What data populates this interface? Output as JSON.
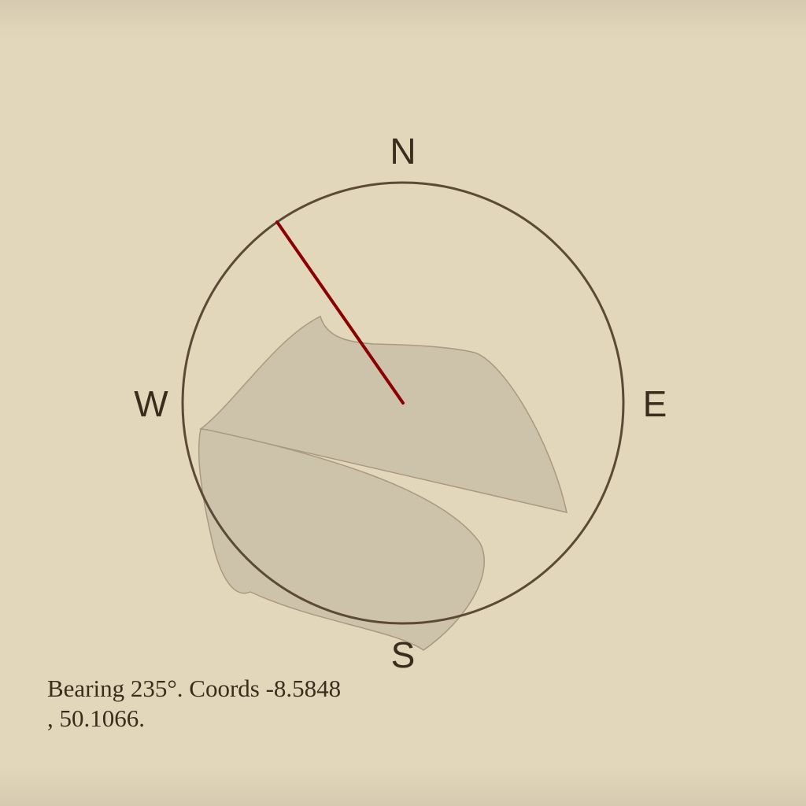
{
  "compass": {
    "labels": {
      "north": "N",
      "south": "S",
      "east": "E",
      "west": "W"
    },
    "bearing_deg": 235,
    "needle_color": "#8b0000",
    "ring_color": "#5a4a36",
    "terrain_color": "#cdc2aa"
  },
  "readout": {
    "text": "Bearing 235°. Coords -8.5848\n, 50.1066."
  }
}
